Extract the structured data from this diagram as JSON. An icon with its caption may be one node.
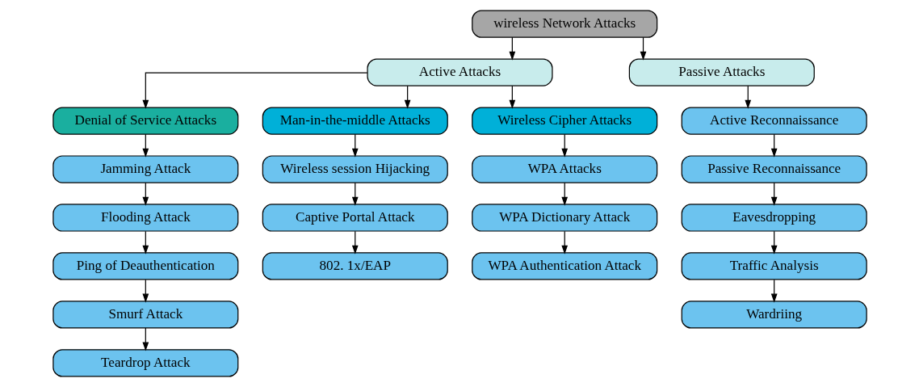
{
  "diagram": {
    "nodes": [
      {
        "text": [
          "wireless Network Attacks"
        ]
      },
      {
        "text": [
          "Active Attacks"
        ]
      },
      {
        "text": [
          "Passive Attacks"
        ]
      },
      {
        "text": [
          "Denial of Service Attacks"
        ]
      },
      {
        "text": [
          "Jamming Attack"
        ]
      },
      {
        "text": [
          "Flooding Attack"
        ]
      },
      {
        "text": [
          "Ping of Deauthentication"
        ]
      },
      {
        "text": [
          "Smurf Attack"
        ]
      },
      {
        "text": [
          "Teardrop Attack"
        ]
      },
      {
        "text": [
          "Man-in-the-middle Attacks"
        ]
      },
      {
        "text": [
          "Wireless session Hijacking"
        ]
      },
      {
        "text": [
          "Captive Portal Attack"
        ]
      },
      {
        "text": [
          "802. 1x/EAP"
        ]
      },
      {
        "text": [
          "Wireless Cipher Attacks"
        ]
      },
      {
        "text": [
          "WPA Attacks"
        ]
      },
      {
        "text": [
          "WPA Dictionary Attack"
        ]
      },
      {
        "text": [
          "WPA Authentication Attack"
        ]
      },
      {
        "text": [
          "Active Reconnaissance"
        ]
      },
      {
        "text": [
          "Passive Reconnaissance"
        ]
      },
      {
        "text": [
          "Eavesdropping"
        ]
      },
      {
        "text": [
          "Traffic Analysis"
        ]
      },
      {
        "text": [
          "Wardriing"
        ]
      }
    ],
    "edges": [
      {
        "from": 0,
        "to": 1,
        "arrow": "to"
      },
      {
        "from": 0,
        "to": 2,
        "arrow": "to"
      },
      {
        "from": 1,
        "to": 3,
        "arrow": "to"
      },
      {
        "from": 1,
        "to": 9,
        "arrow": "to"
      },
      {
        "from": 1,
        "to": 13,
        "arrow": "to"
      },
      {
        "from": 3,
        "to": 4,
        "arrow": "to"
      },
      {
        "from": 4,
        "to": 5,
        "arrow": "to"
      },
      {
        "from": 5,
        "to": 6,
        "arrow": "to"
      },
      {
        "from": 6,
        "to": 7,
        "arrow": "to"
      },
      {
        "from": 7,
        "to": 8,
        "arrow": "to"
      },
      {
        "from": 9,
        "to": 10,
        "arrow": "to"
      },
      {
        "from": 10,
        "to": 11,
        "arrow": "to"
      },
      {
        "from": 11,
        "to": 12,
        "arrow": "to"
      },
      {
        "from": 13,
        "to": 14,
        "arrow": "to"
      },
      {
        "from": 14,
        "to": 15,
        "arrow": "to"
      },
      {
        "from": 15,
        "to": 16,
        "arrow": "to"
      },
      {
        "from": 2,
        "to": 17,
        "arrow": "to"
      },
      {
        "from": 17,
        "to": 18,
        "arrow": "to"
      },
      {
        "from": 18,
        "to": 19,
        "arrow": "to"
      },
      {
        "from": 19,
        "to": 20,
        "arrow": "to"
      },
      {
        "from": 20,
        "to": 21,
        "arrow": "to"
      }
    ]
  }
}
